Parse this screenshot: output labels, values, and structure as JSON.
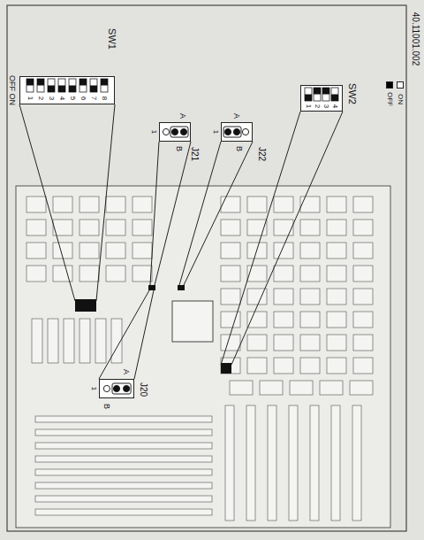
{
  "diagram": {
    "nodes": [
      {
        "text": [
          "SW1",
          "OFF ON",
          "1",
          "2",
          "3",
          "4",
          "5",
          "6",
          "7",
          "8"
        ]
      },
      {
        "text": [
          "A",
          "B",
          "J21",
          "1"
        ]
      },
      {
        "text": [
          "A",
          "B",
          "J22",
          "1"
        ]
      },
      {
        "text": [
          "A",
          "B",
          "J20",
          "1"
        ]
      },
      {
        "text": [
          "SW2",
          "1",
          "2",
          "3",
          "4"
        ]
      }
    ],
    "labels": [
      "40.11001.002"
    ],
    "legend": [
      {
        "text": "ON",
        "color": "#ffffff"
      },
      {
        "text": "OFF",
        "color": "#000000"
      }
    ]
  }
}
